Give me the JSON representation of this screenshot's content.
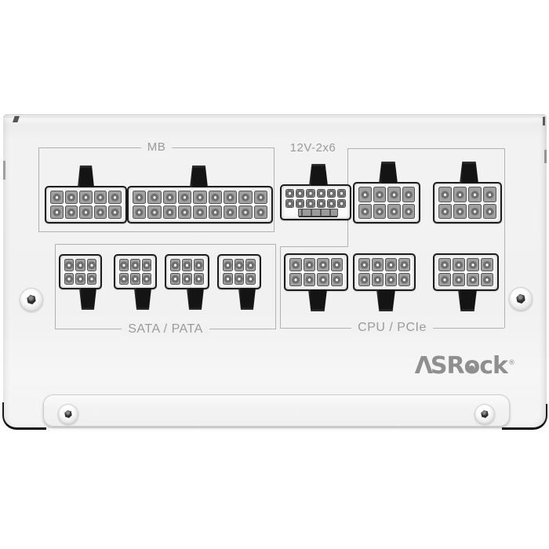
{
  "device": {
    "kind": "modular power supply connector panel",
    "brand": "ASRock"
  },
  "brand": {
    "logo_part1": "Λ",
    "logo_part2": "SR",
    "logo_o": "o",
    "logo_part3": "ck",
    "registered": "®"
  },
  "labels": {
    "mb": "MB",
    "twelve_v": "12V-2x6",
    "sata": "SATA / PATA",
    "cpu": "CPU / PCIe"
  },
  "colors": {
    "background": "#ffffff",
    "panel": "#f2f2f2",
    "outline_lines": "#b2b2b2",
    "label_text": "#9a9a9a",
    "connector_body": "#fbfbfb",
    "connector_border": "#1c1c1c",
    "pin_cell": "#a0a0a0",
    "clip_tab": "#141414",
    "logo": "#8f8f8f"
  },
  "connectors": {
    "mb10": {
      "name": "MB 10-pin",
      "cols": 5,
      "rows": 2,
      "pins": 10,
      "clip": "top"
    },
    "mb18": {
      "name": "MB 18-pin",
      "cols": 9,
      "rows": 2,
      "pins": 18,
      "clip": "top"
    },
    "v12_2x6": {
      "name": "12V-2x6 12+4-pin",
      "cols": 6,
      "rows": 2,
      "pins": 12,
      "sense_pins": 4,
      "clip": "top"
    },
    "pcie_a": {
      "name": "8-pin output",
      "cols": 4,
      "rows": 2,
      "pins": 8,
      "clip": "top"
    },
    "pcie_b": {
      "name": "8-pin output",
      "cols": 4,
      "rows": 2,
      "pins": 8,
      "clip": "top"
    },
    "sata1": {
      "name": "SATA/PATA 6-pin",
      "cols": 3,
      "rows": 2,
      "pins": 6,
      "clip": "bottom"
    },
    "sata2": {
      "name": "SATA/PATA 6-pin",
      "cols": 3,
      "rows": 2,
      "pins": 6,
      "clip": "bottom"
    },
    "sata3": {
      "name": "SATA/PATA 6-pin",
      "cols": 3,
      "rows": 2,
      "pins": 6,
      "clip": "bottom"
    },
    "sata4": {
      "name": "SATA/PATA 6-pin",
      "cols": 3,
      "rows": 2,
      "pins": 6,
      "clip": "bottom"
    },
    "cpu1": {
      "name": "CPU/PCIe 8-pin",
      "cols": 4,
      "rows": 2,
      "pins": 8,
      "clip": "bottom"
    },
    "cpu2": {
      "name": "CPU/PCIe 8-pin",
      "cols": 4,
      "rows": 2,
      "pins": 8,
      "clip": "bottom"
    },
    "cpu3": {
      "name": "CPU/PCIe 8-pin",
      "cols": 4,
      "rows": 2,
      "pins": 8,
      "clip": "bottom"
    }
  },
  "screws": {
    "face_count": 2,
    "fascia_count": 2
  }
}
